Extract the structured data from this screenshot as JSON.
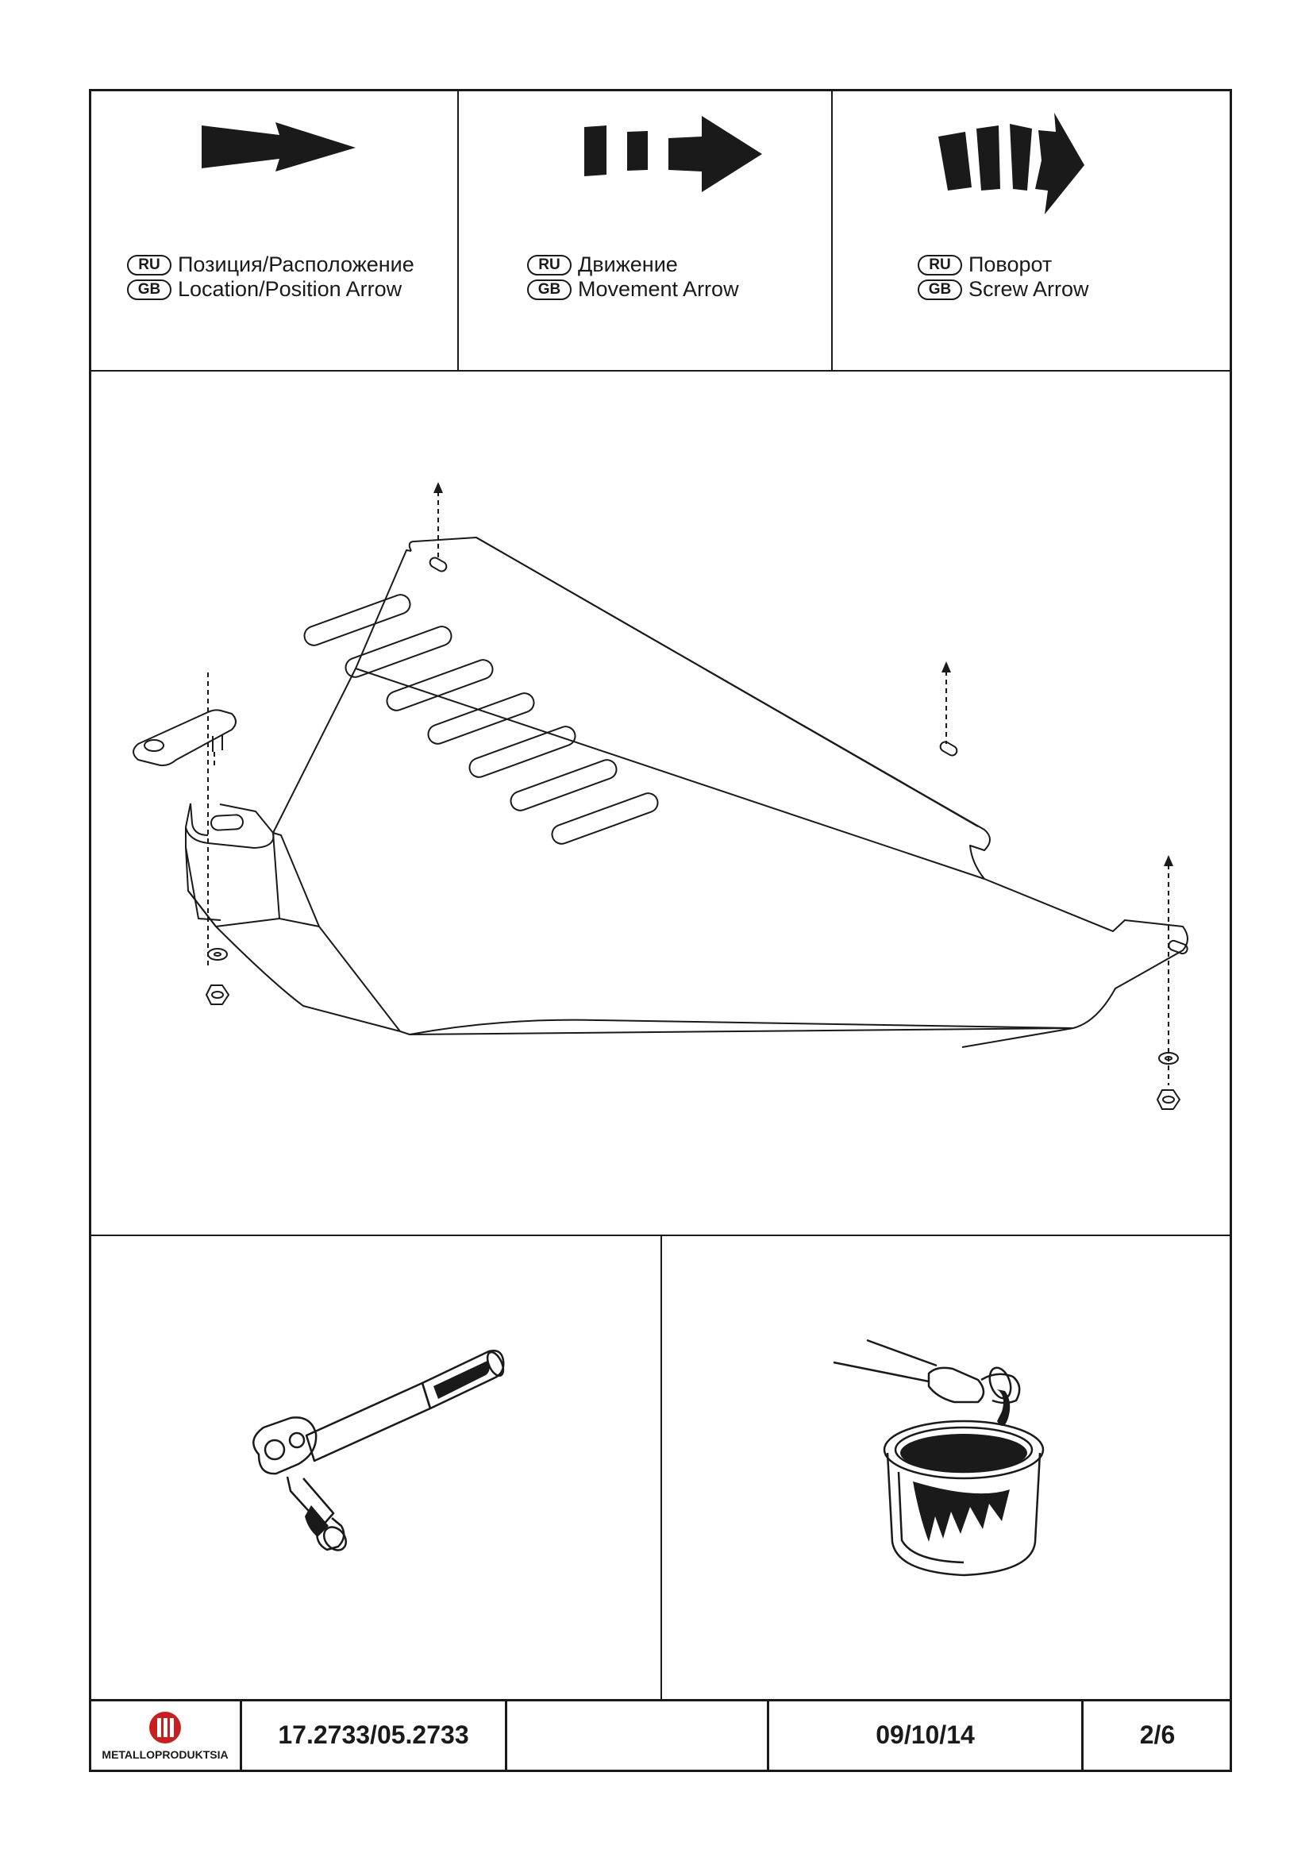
{
  "legend": [
    {
      "ru_badge": "RU",
      "ru_text": "Позиция/Расположение",
      "gb_badge": "GB",
      "gb_text": "Location/Position Arrow",
      "icon": "location-arrow-icon"
    },
    {
      "ru_badge": "RU",
      "ru_text": "Движение",
      "gb_badge": "GB",
      "gb_text": "Movement Arrow",
      "icon": "movement-arrow-icon"
    },
    {
      "ru_badge": "RU",
      "ru_text": "Поворот",
      "gb_badge": "GB",
      "gb_text": "Screw Arrow",
      "icon": "screw-arrow-icon"
    }
  ],
  "footer": {
    "logo_text": "METALLOPRODUKTSIA",
    "part_number": "17.2733/05.2733",
    "blank": "",
    "date": "09/10/14",
    "page": "2/6"
  },
  "icons": {
    "main": "skid-plate-drawing",
    "tool": "ratchet-wrench-icon",
    "paint": "paint-brush-can-icon",
    "logo": "metalloproduktsia-logo-icon"
  },
  "colors": {
    "ink": "#1a1a1a",
    "logo": "#c8201e"
  }
}
